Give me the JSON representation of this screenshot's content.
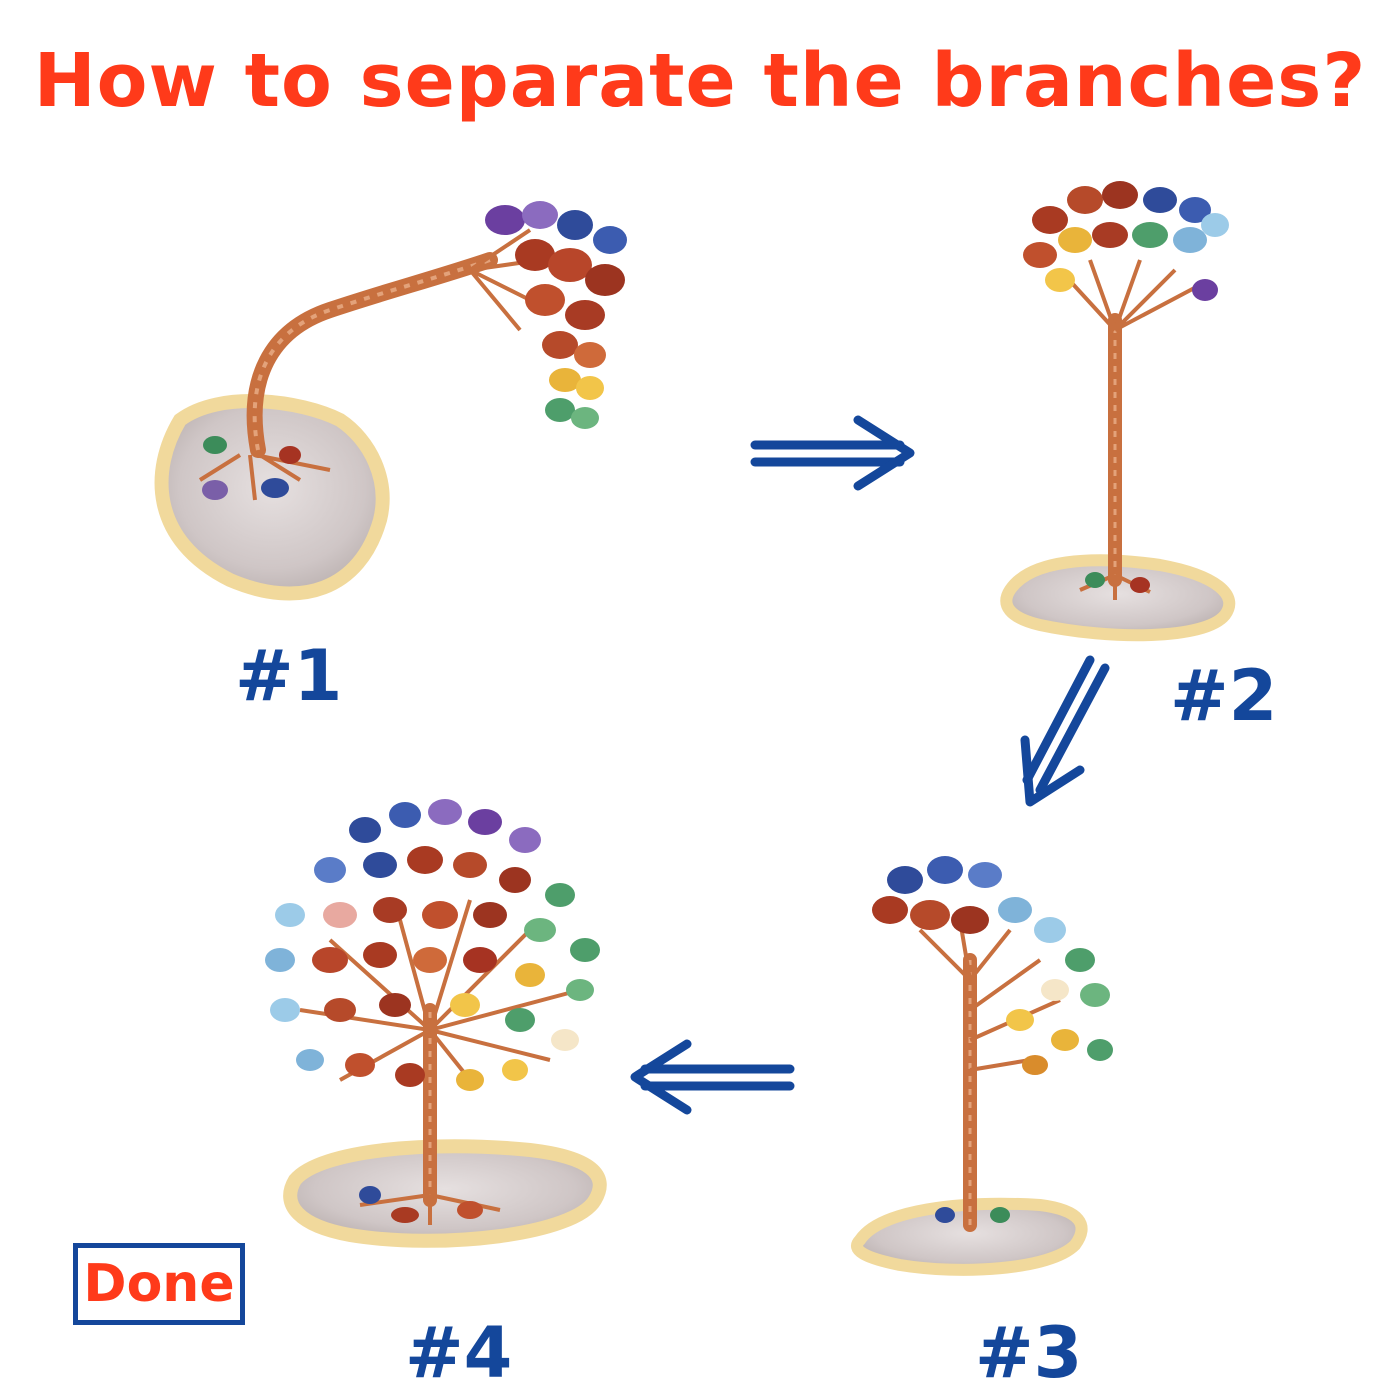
{
  "title": "How to separate the branches?",
  "steps": {
    "s1": "#1",
    "s2": "#2",
    "s3": "#3",
    "s4": "#4"
  },
  "done_label": "Done",
  "colors": {
    "title": "#ff3a1a",
    "step_labels": "#14479b",
    "arrows": "#14479b",
    "done_text": "#ff3a1a",
    "copper_wire": "#c8703f",
    "agate_base": "#d9d2d0",
    "agate_rim": "#f1d99c"
  },
  "icons": [
    "arrow-right-icon",
    "arrow-down-left-icon",
    "arrow-left-icon",
    "tree-icon"
  ]
}
